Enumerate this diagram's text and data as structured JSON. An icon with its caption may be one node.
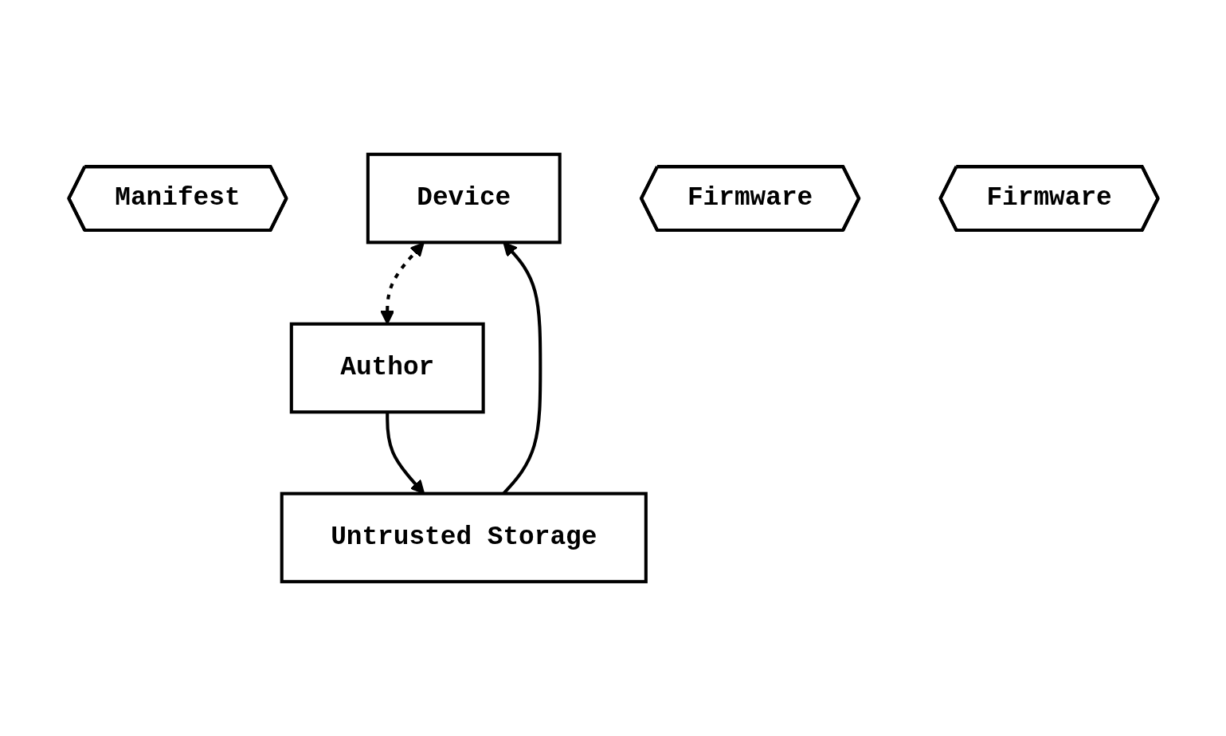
{
  "diagram": {
    "nodes": [
      {
        "text": [
          "Manifest"
        ]
      },
      {
        "text": [
          "Device"
        ]
      },
      {
        "text": [
          "Author"
        ]
      },
      {
        "text": [
          "Untrusted Storage"
        ]
      },
      {
        "text": [
          "Firmware"
        ]
      },
      {
        "text": [
          "Firmware"
        ]
      }
    ],
    "edges": [
      {
        "from": 1,
        "to": 2,
        "arrow": "both",
        "style": "dashed"
      },
      {
        "from": 3,
        "to": 1,
        "arrow": "to"
      },
      {
        "from": 2,
        "to": 3,
        "arrow": "to"
      }
    ]
  }
}
